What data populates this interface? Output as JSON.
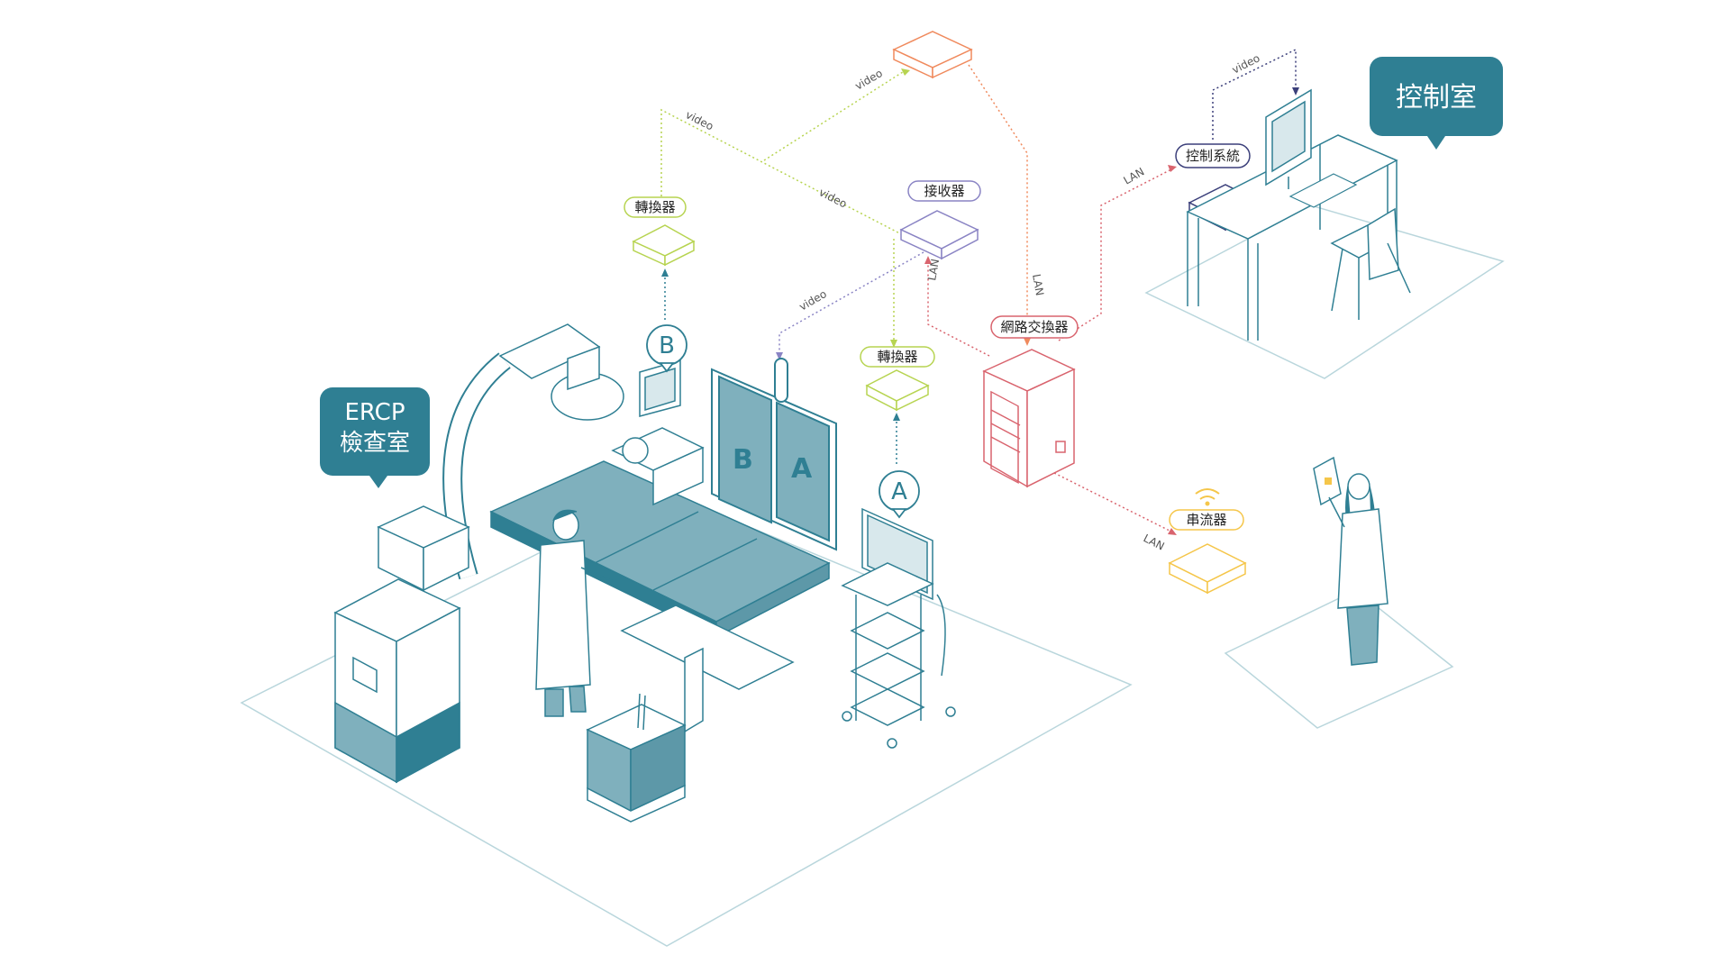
{
  "rooms": {
    "ercp_label_line1": "ERCP",
    "ercp_label_line2": "檢查室",
    "control_room_label": "控制室"
  },
  "devices": {
    "converter_b": "轉換器",
    "converter_a": "轉換器",
    "receiver": "接收器",
    "network_switch": "網路交換器",
    "control_system": "控制系統",
    "streamer": "串流器"
  },
  "connection_labels": {
    "video": "video",
    "lan": "LAN"
  },
  "source_markers": {
    "a": "A",
    "b": "B"
  },
  "screen_panels": {
    "left": "B",
    "right": "A"
  },
  "colors": {
    "teal_dark": "#2f7f93",
    "teal_fill": "#7fb0bd",
    "orange": "#f08a5d",
    "green": "#b7d451",
    "purple": "#8a84c4",
    "red": "#d9646e",
    "yellow": "#f5c64a",
    "navy": "#3b3f7a"
  }
}
